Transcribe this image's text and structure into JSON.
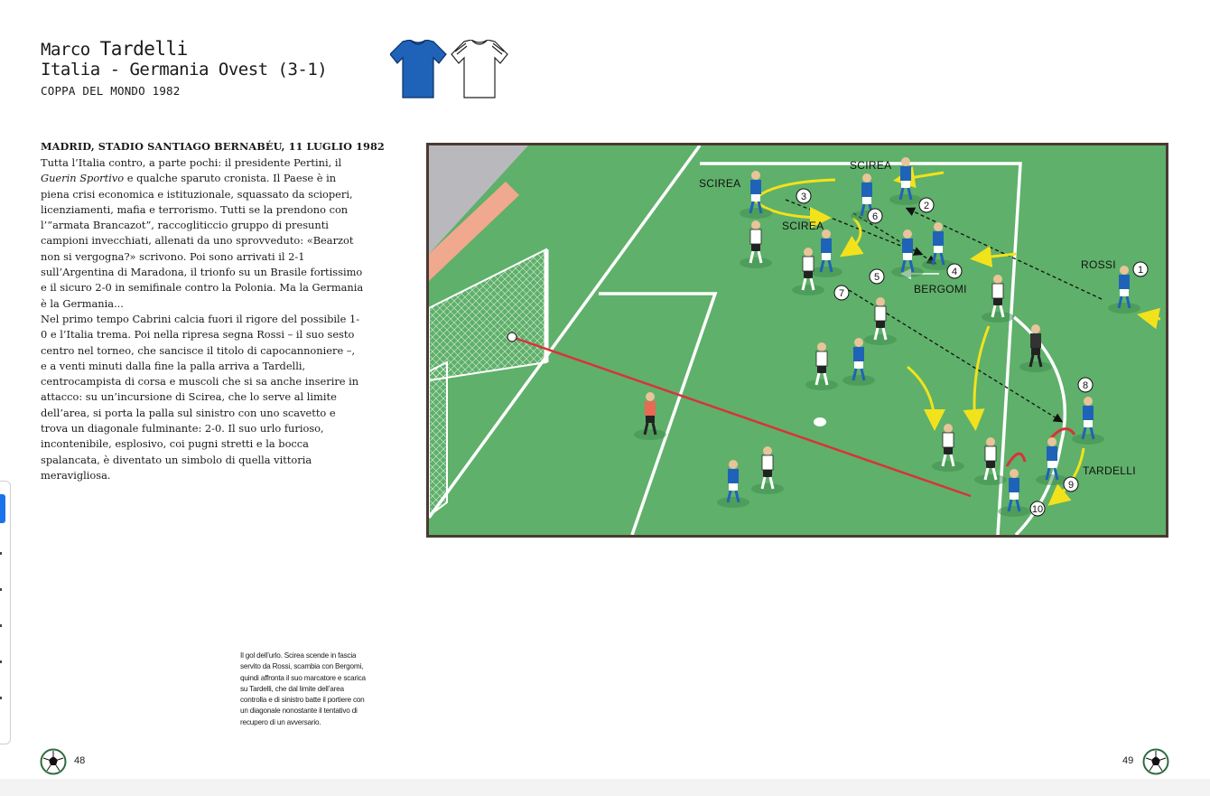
{
  "header": {
    "author_first": "Marco",
    "author_last": "Tardelli",
    "match": "Italia - Germania Ovest (3-1)",
    "competition": "COPPA DEL MONDO 1982"
  },
  "shirts": {
    "italy_color": "#1f63b8",
    "germany_color": "#ffffff"
  },
  "article": {
    "venue": "MADRID, STADIO SANTIAGO BERNABÉU, 11 LUGLIO 1982",
    "p1_a": "Tutta l’Italia contro, a parte pochi: il presidente Pertini, il ",
    "p1_italic": "Guerin Sportivo",
    "p1_b": " e qualche sparuto cronista. Il Paese è in piena crisi economica e istituzionale, squassato da scioperi, licenziamenti, mafia e terrorismo. Tutti se la prendono con l’“armata Brancazot”, raccogliticcio gruppo di presunti campioni invecchiati, allenati da uno sprovveduto: «Bearzot non si vergogna?» scrivono. Poi sono arrivati il 2-1 sull’Argentina di Maradona, il trionfo su un Brasile fortissimo e il sicuro 2-0 in semifinale contro la Polonia. Ma la Germania è la Germania...",
    "p2": "Nel primo tempo Cabrini calcia fuori il rigore del possibile 1-0 e l’Italia trema. Poi nella ripresa segna Rossi – il suo sesto centro nel torneo, che sancisce il titolo di capocannoniere –, e a venti minuti dalla fine la palla arriva a Tardelli, centrocampista di corsa e muscoli che si sa anche inserire in attacco: su un’incursione di Scirea, che lo serve al limite dell’area, si porta la palla sul sinistro con uno scavetto e trova un diagonale fulminante: 2-0. Il suo urlo furioso, incontenibile, esplosivo, coi pugni stretti e la bocca spalancata, è diventato un simbolo di quella vittoria meravigliosa."
  },
  "caption": "Il gol dell’urlo. Scirea scende in fascia servito da Rossi, scambia con Bergomi, quindi affronta il suo marcatore e scarica su Tardelli, che dal limite dell’area controlla e di sinistro batte il portiere con un diagonale nonostante il tentativo di recupero di un avversario.",
  "diagram": {
    "labels": {
      "scirea1": "SCIREA",
      "scirea2": "SCIREA",
      "scirea3": "SCIREA",
      "rossi": "ROSSI",
      "bergomi": "BERGOMI",
      "tardelli": "TARDELLI"
    },
    "steps": [
      "1",
      "2",
      "3",
      "4",
      "5",
      "6",
      "7",
      "8",
      "9",
      "10"
    ],
    "colors": {
      "pitch": "#5fb06a",
      "pass_line": "#111111",
      "run_arrow": "#f2e21c",
      "shot_line": "#d8333a"
    }
  },
  "footer": {
    "page_left": "48",
    "page_right": "49"
  }
}
